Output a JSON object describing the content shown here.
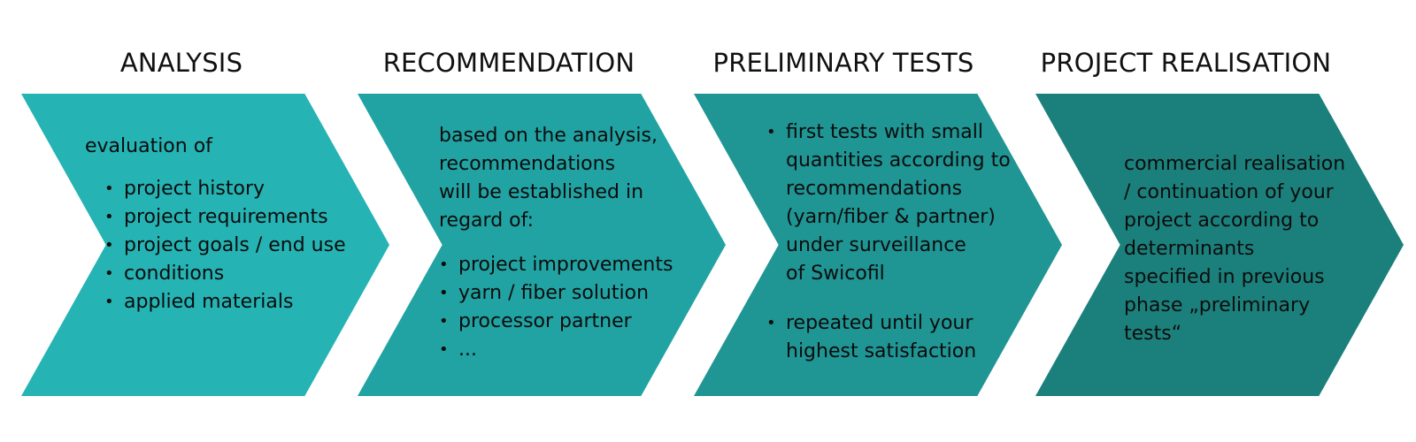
{
  "steps": [
    {
      "title": "ANALYSIS",
      "intro": "evaluation of",
      "bullets": [
        "project history",
        "project requirements",
        "project goals / end use",
        "conditions",
        "applied materials"
      ],
      "color": "#25b3b4"
    },
    {
      "title": "RECOMMENDATION",
      "intro": "based on the analysis,\nrecommendations\nwill be established in\nregard of:",
      "bullets": [
        "project improvements",
        "yarn / fiber solution",
        "processor partner",
        "..."
      ],
      "color": "#21a3a3"
    },
    {
      "title": "PRELIMINARY TESTS",
      "bullets": [
        "first tests with small\nquantities according to\nrecommendations\n(yarn/fiber & partner)\nunder surveillance\nof Swicofil",
        "repeated until your\nhighest satisfaction"
      ],
      "color": "#1f9594"
    },
    {
      "title": "PROJECT REALISATION",
      "body": "commercial realisation\n/ continuation of your\nproject according to\ndeterminants\nspecified in previous\nphase „preliminary\ntests“",
      "color": "#1b807c"
    }
  ],
  "icons": {
    "bullet": "bullet-icon"
  }
}
